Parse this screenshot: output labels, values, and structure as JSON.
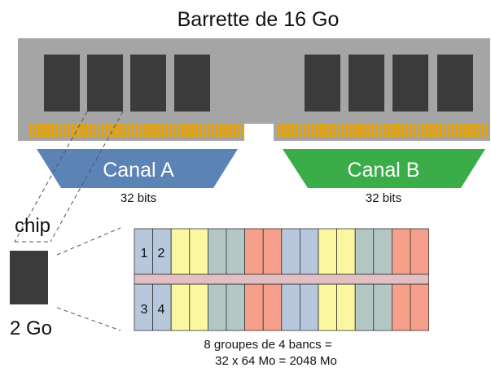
{
  "title": "Barrette de 16 Go",
  "channels": [
    {
      "label": "Canal A",
      "width": "32 bits",
      "color": "#5b83b6"
    },
    {
      "label": "Canal B",
      "width": "32 bits",
      "color": "#3aac48"
    }
  ],
  "chip": {
    "label": "chip",
    "capacity": "2 Go"
  },
  "banks": {
    "top_numbers": [
      "1",
      "2"
    ],
    "bottom_numbers": [
      "3",
      "4"
    ],
    "group_colors": [
      "#b7c7dc",
      "#fbf7a1",
      "#b3c8c4",
      "#f6a08c"
    ],
    "group_count": 8,
    "banks_per_group": 4
  },
  "caption": {
    "line1": "8 groupes de 4 bancs =",
    "line2": "32 x 64 Mo = 2048 Mo"
  },
  "colors": {
    "pcb": "#a5a5a5",
    "chip": "#3b3b3b",
    "gold": "#e8a200",
    "divider": "#e2bfc3"
  }
}
